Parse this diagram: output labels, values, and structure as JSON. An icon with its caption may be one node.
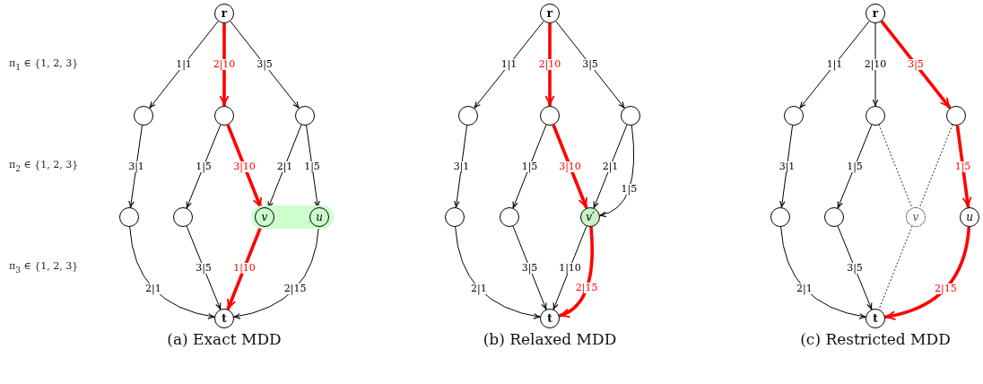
{
  "diagram": {
    "nodes": [
      {
        "text": [
          "r"
        ]
      },
      {
        "text": [],
        "shape": "circle"
      },
      {
        "text": [],
        "shape": "circle"
      },
      {
        "text": [],
        "shape": "circle"
      },
      {
        "text": [],
        "shape": "circle"
      },
      {
        "text": [],
        "shape": "circle"
      },
      {
        "text": [],
        "shape": "bar"
      },
      {
        "text": [
          "v"
        ],
        "in": 6
      },
      {
        "text": [
          "u"
        ],
        "in": 6
      },
      {
        "text": [
          "t"
        ]
      },
      {
        "text": [
          "r"
        ]
      },
      {
        "text": [],
        "shape": "circle"
      },
      {
        "text": [],
        "shape": "circle"
      },
      {
        "text": [],
        "shape": "circle"
      },
      {
        "text": [],
        "shape": "circle"
      },
      {
        "text": [],
        "shape": "circle"
      },
      {
        "text": [
          "v′"
        ]
      },
      {
        "text": [
          "t"
        ]
      },
      {
        "text": [
          "r"
        ]
      },
      {
        "text": [],
        "shape": "circle"
      },
      {
        "text": [],
        "shape": "circle"
      },
      {
        "text": [],
        "shape": "circle"
      },
      {
        "text": [],
        "shape": "circle"
      },
      {
        "text": [],
        "shape": "circle"
      },
      {
        "text": [
          "v"
        ]
      },
      {
        "text": [
          "u"
        ]
      },
      {
        "text": [
          "t"
        ]
      }
    ],
    "edges": [
      {
        "from": 0,
        "to": 1,
        "arrow": "to",
        "label": "1|1"
      },
      {
        "from": 0,
        "to": 2,
        "arrow": "to",
        "label": "2|10",
        "style": "thick",
        "color": "#ff0000"
      },
      {
        "from": 0,
        "to": 3,
        "arrow": "to",
        "label": "3|5"
      },
      {
        "from": 1,
        "to": 4,
        "arrow": "to",
        "label": "3|1"
      },
      {
        "from": 2,
        "to": 5,
        "arrow": "to",
        "label": "1|5"
      },
      {
        "from": 2,
        "to": 7,
        "arrow": "to",
        "label": "3|10",
        "style": "thick",
        "color": "#ff0000"
      },
      {
        "from": 3,
        "to": 7,
        "arrow": "to",
        "label": "2|1"
      },
      {
        "from": 3,
        "to": 8,
        "arrow": "to",
        "label": "1|5"
      },
      {
        "from": 4,
        "to": 9,
        "arrow": "to",
        "label": "2|1"
      },
      {
        "from": 5,
        "to": 9,
        "arrow": "to",
        "label": "3|5"
      },
      {
        "from": 7,
        "to": 9,
        "arrow": "to",
        "label": "1|10",
        "style": "thick",
        "color": "#ff0000"
      },
      {
        "from": 8,
        "to": 9,
        "arrow": "to",
        "label": "2|15"
      },
      {
        "from": 10,
        "to": 11,
        "arrow": "to",
        "label": "1|1"
      },
      {
        "from": 10,
        "to": 12,
        "arrow": "to",
        "label": "2|10",
        "style": "thick",
        "color": "#ff0000"
      },
      {
        "from": 10,
        "to": 13,
        "arrow": "to",
        "label": "3|5"
      },
      {
        "from": 11,
        "to": 14,
        "arrow": "to",
        "label": "3|1"
      },
      {
        "from": 12,
        "to": 15,
        "arrow": "to",
        "label": "1|5"
      },
      {
        "from": 12,
        "to": 16,
        "arrow": "to",
        "label": "3|10",
        "style": "thick",
        "color": "#ff0000"
      },
      {
        "from": 13,
        "to": 16,
        "arrow": "to",
        "label": "2|1"
      },
      {
        "from": 13,
        "to": 16,
        "arrow": "to",
        "label": "1|5"
      },
      {
        "from": 14,
        "to": 17,
        "arrow": "to",
        "label": "2|1"
      },
      {
        "from": 15,
        "to": 17,
        "arrow": "to",
        "label": "3|5"
      },
      {
        "from": 16,
        "to": 17,
        "arrow": "to",
        "label": "1|10"
      },
      {
        "from": 16,
        "to": 17,
        "arrow": "to",
        "label": "2|15",
        "style": "thick",
        "color": "#ff0000"
      },
      {
        "from": 18,
        "to": 19,
        "arrow": "to",
        "label": "1|1"
      },
      {
        "from": 18,
        "to": 20,
        "arrow": "to",
        "label": "2|10"
      },
      {
        "from": 18,
        "to": 21,
        "arrow": "to",
        "label": "3|5",
        "style": "thick",
        "color": "#ff0000"
      },
      {
        "from": 19,
        "to": 22,
        "arrow": "to",
        "label": "3|1"
      },
      {
        "from": 20,
        "to": 23,
        "arrow": "to",
        "label": "1|5"
      },
      {
        "from": 20,
        "to": 24,
        "arrow": "none",
        "style": "dashed"
      },
      {
        "from": 21,
        "to": 24,
        "arrow": "none",
        "style": "dashed"
      },
      {
        "from": 21,
        "to": 25,
        "arrow": "to",
        "label": "1|5",
        "style": "thick",
        "color": "#ff0000"
      },
      {
        "from": 22,
        "to": 26,
        "arrow": "to",
        "label": "2|1"
      },
      {
        "from": 23,
        "to": 26,
        "arrow": "to",
        "label": "3|5"
      },
      {
        "from": 24,
        "to": 26,
        "arrow": "none",
        "style": "dashed"
      },
      {
        "from": 25,
        "to": 26,
        "arrow": "to",
        "label": "2|15",
        "style": "thick",
        "color": "#ff0000"
      }
    ],
    "labels": [
      "π$_{1}$ ∈ {1, 2, 3}",
      "π$_{2}$ ∈ {1, 2, 3}",
      "π$_{3}$ ∈ {1, 2, 3}",
      "(a) Exact MDD",
      "(b) Relaxed MDD",
      "(c) Restricted MDD"
    ]
  }
}
